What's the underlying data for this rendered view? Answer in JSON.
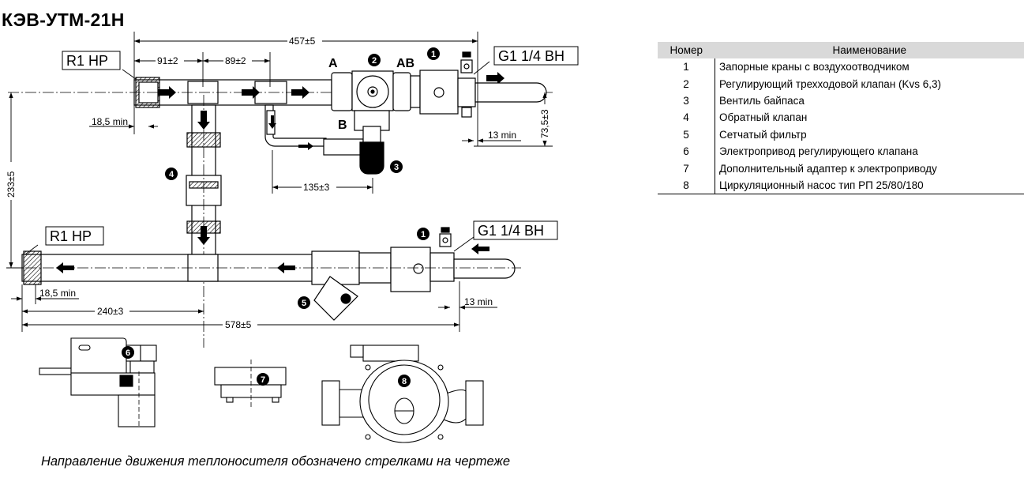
{
  "title": "КЭВ-УТМ-21Н",
  "legend_table": {
    "headers": [
      "Номер",
      "Наименование"
    ],
    "rows": [
      {
        "num": "1",
        "name": "Запорные краны с воздухоотводчиком"
      },
      {
        "num": "2",
        "name": "Регулирующий трехходовой клапан (Kvs 6,3)"
      },
      {
        "num": "3",
        "name": "Вентиль байпаса"
      },
      {
        "num": "4",
        "name": "Обратный клапан"
      },
      {
        "num": "5",
        "name": "Сетчатый фильтр"
      },
      {
        "num": "6",
        "name": "Электропривод регулирующего клапана"
      },
      {
        "num": "7",
        "name": "Дополнительный адаптер к электроприводу"
      },
      {
        "num": "8",
        "name": "Циркуляционный насос тип РП 25/80/180"
      }
    ]
  },
  "drawing": {
    "connections": {
      "top_inlet": "R1 HP",
      "bottom_outlet": "R1 HP",
      "top_outlet": "G1 1/4 BH",
      "bottom_inlet": "G1 1/4 BH"
    },
    "port_labels": {
      "a": "A",
      "ab": "AB",
      "b": "B"
    },
    "dimensions": {
      "overall_top": "457±5",
      "seg1": "91±2",
      "seg2": "89±2",
      "min_top_left": "18,5 min",
      "min_bottom_left": "18,5 min",
      "min_top_right": "13 min",
      "min_bottom_right": "13 min",
      "vertical_right": "73,5±3",
      "vertical_left": "233±5",
      "bypass": "135±3",
      "bottom_tee": "240±3",
      "overall_bottom": "578±5"
    },
    "callouts": [
      "1",
      "2",
      "3",
      "4",
      "1",
      "5",
      "6",
      "7",
      "8"
    ]
  },
  "note": "Направление движения теплоносителя обозначено стрелками на чертеже"
}
